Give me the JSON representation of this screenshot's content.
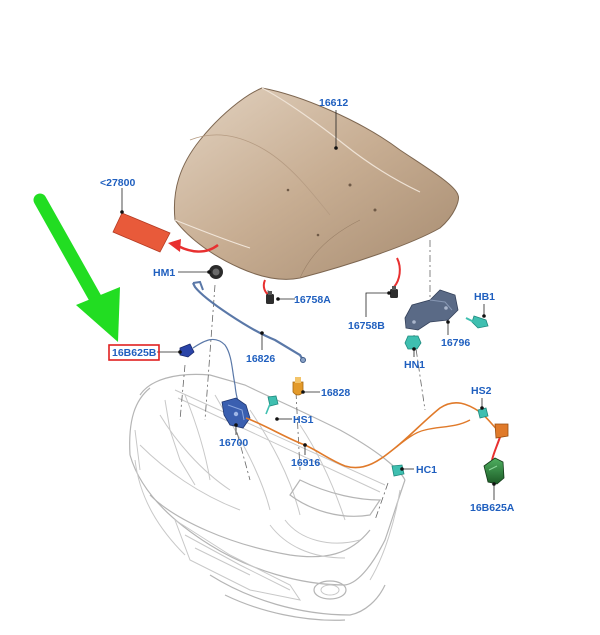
{
  "diagram": {
    "labels": {
      "hood": "16612",
      "ref_27800": "<27800",
      "hm1": "HM1",
      "p16758a": "16758A",
      "p16758b": "16758B",
      "hb1": "HB1",
      "p16796": "16796",
      "hn1": "HN1",
      "p16b625b": "16B625B",
      "p16826": "16826",
      "p16828": "16828",
      "hs1": "HS1",
      "p16700": "16700",
      "p16916": "16916",
      "hs2": "HS2",
      "hc1": "HC1",
      "p16b625a": "16B625A"
    },
    "colors": {
      "label_text": "#1f5fbf",
      "highlight_box": "#e02020",
      "pointer_arrow": "#22dd22",
      "hood_fill": "#c7ad92",
      "ref_part": "#e85a3a",
      "cable": "#e07a2a",
      "clips": "#3fbfb0",
      "bracket": "#5a6a86",
      "stay_rod": "#5a78a8",
      "actuator": "#2a8a3a",
      "latch": "#3a5fb0",
      "damper": "#e39a2a"
    }
  }
}
